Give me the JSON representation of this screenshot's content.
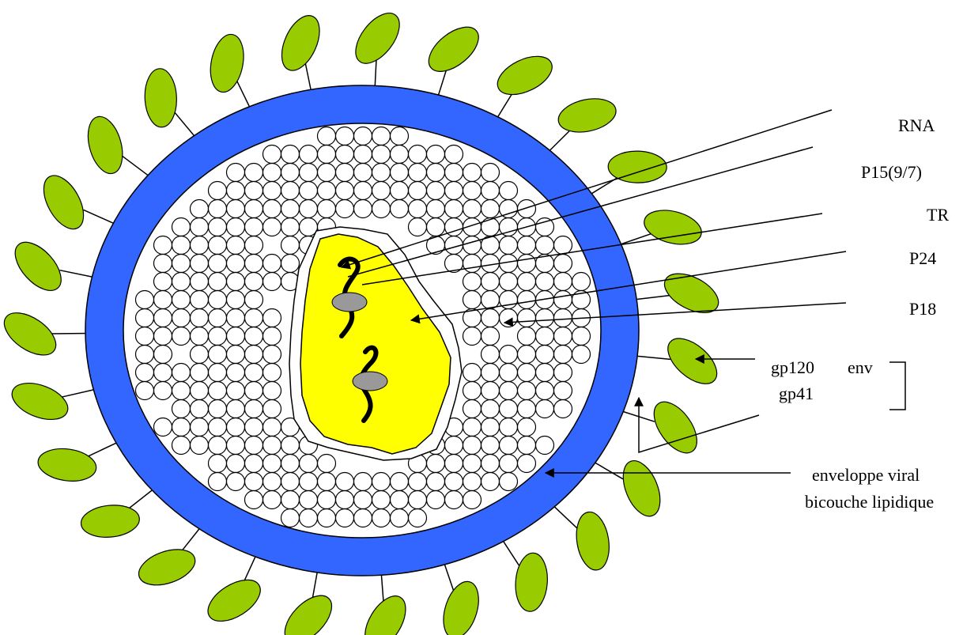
{
  "labels": {
    "rna": "RNA",
    "p15": "P15(9/7)",
    "tr": "TR",
    "p24": "P24",
    "p18": "P18",
    "gp120": "gp120",
    "env": "env",
    "gp41": "gp41",
    "enveloppe_line1": "enveloppe viral",
    "enveloppe_line2": "bicouche lipidique"
  },
  "colors": {
    "glycoprotein": "#99cc00",
    "membrane": "#3366ff",
    "core": "#ffff00",
    "enzyme": "#999999",
    "capsid_circle": "#ffffff",
    "outline": "#000000"
  }
}
